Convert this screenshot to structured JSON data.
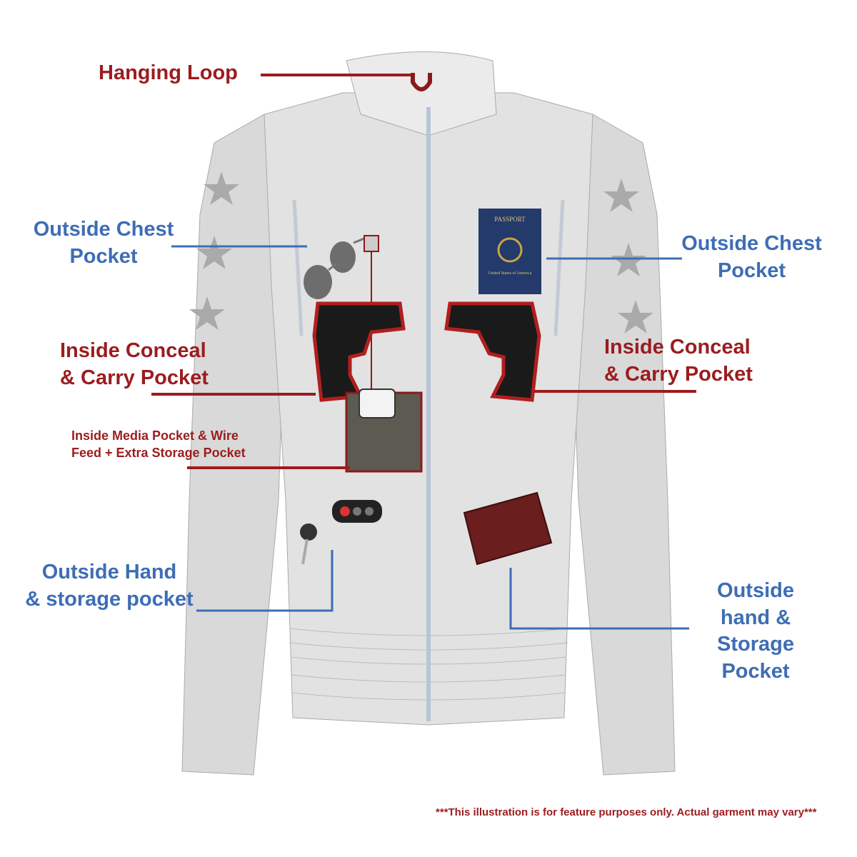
{
  "labels": {
    "hanging_loop": "Hanging Loop",
    "outside_chest_left": [
      "Outside Chest",
      "Pocket"
    ],
    "outside_chest_right": [
      "Outside Chest",
      "Pocket"
    ],
    "conceal_left": [
      "Inside Conceal",
      "& Carry Pocket"
    ],
    "conceal_right": [
      "Inside Conceal",
      "& Carry Pocket"
    ],
    "media_pocket": [
      "Inside Media Pocket & Wire",
      "Feed + Extra Storage Pocket"
    ],
    "outside_hand_left": [
      "Outside Hand",
      "& storage pocket"
    ],
    "outside_hand_right": [
      "Outside",
      "hand &",
      "Storage",
      "Pocket"
    ]
  },
  "passport": {
    "title": "PASSPORT",
    "subtitle": "United States of America"
  },
  "disclaimer": "***This illustration is for feature purposes only.  Actual garment may vary***",
  "colors": {
    "red_label": "#9b1c1f",
    "blue_label": "#3e6db5",
    "jacket": "#dcdcdc"
  }
}
